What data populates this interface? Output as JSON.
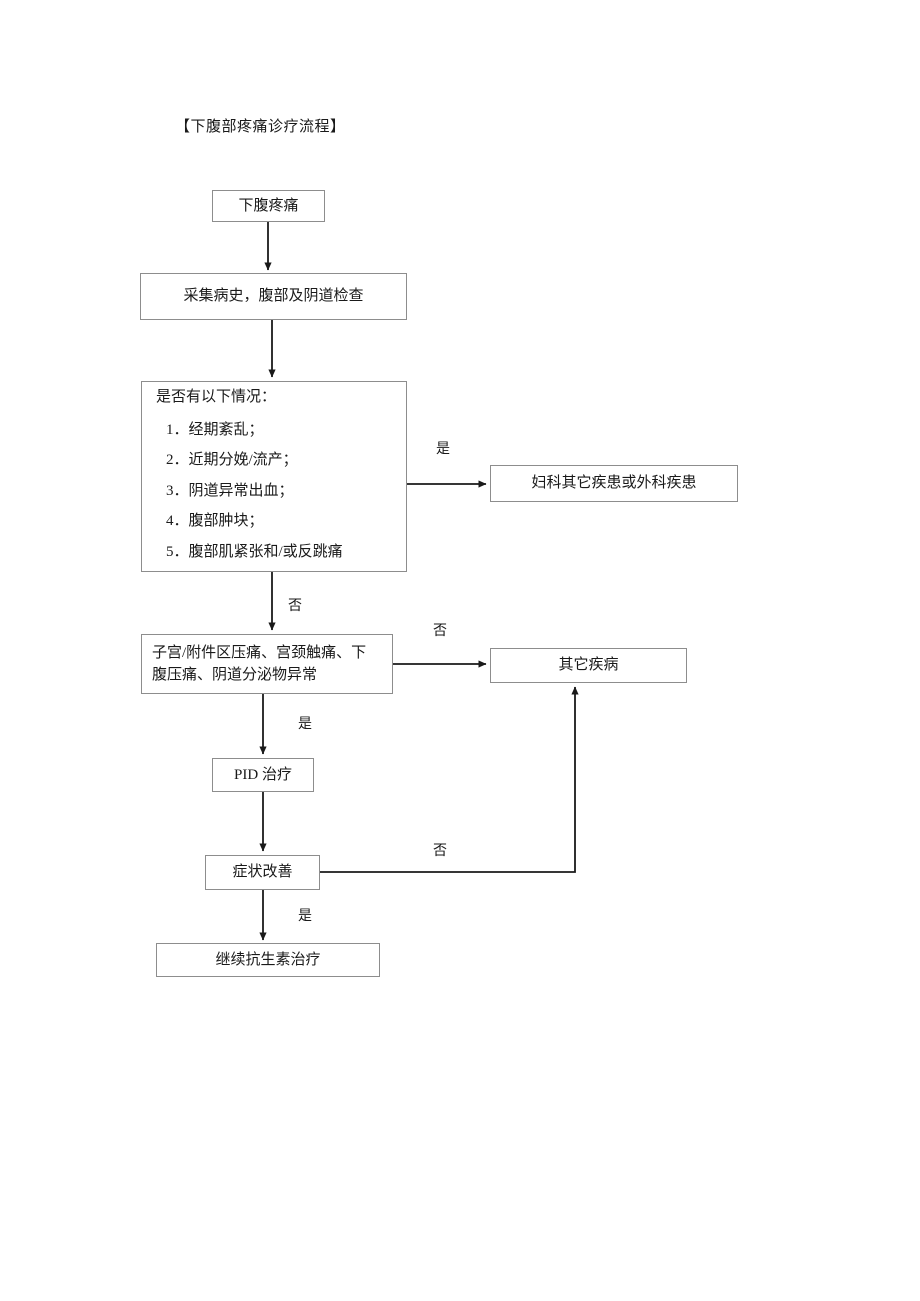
{
  "document": {
    "title": "【下腹部疼痛诊疗流程】"
  },
  "flowchart": {
    "type": "flowchart",
    "nodes": [
      {
        "id": "n1",
        "label": "下腹疼痛"
      },
      {
        "id": "n2",
        "label": "采集病史，腹部及阴道检查"
      },
      {
        "id": "n3",
        "label": "是否有以下情况：",
        "items": [
          "1．经期紊乱；",
          "2．近期分娩/流产；",
          "3．阴道异常出血；",
          "4．腹部肿块；",
          "5．腹部肌紧张和/或反跳痛"
        ]
      },
      {
        "id": "n4",
        "label": "妇科其它疾患或外科疾患"
      },
      {
        "id": "n5",
        "label": "子宫/附件区压痛、宫颈触痛、下\n腹压痛、阴道分泌物异常"
      },
      {
        "id": "n6",
        "label": "其它疾病"
      },
      {
        "id": "n7",
        "label": "PID 治疗"
      },
      {
        "id": "n8",
        "label": "症状改善"
      },
      {
        "id": "n9",
        "label": "继续抗生素治疗"
      }
    ],
    "edge_labels": {
      "n3_yes": "是",
      "n3_no": "否",
      "n5_no": "否",
      "n5_yes": "是",
      "n8_no": "否",
      "n8_yes": "是"
    },
    "colors": {
      "box_border": "#8d8d8d",
      "line": "#1a1a1a",
      "background": "#ffffff",
      "text": "#1a1a1a"
    }
  }
}
